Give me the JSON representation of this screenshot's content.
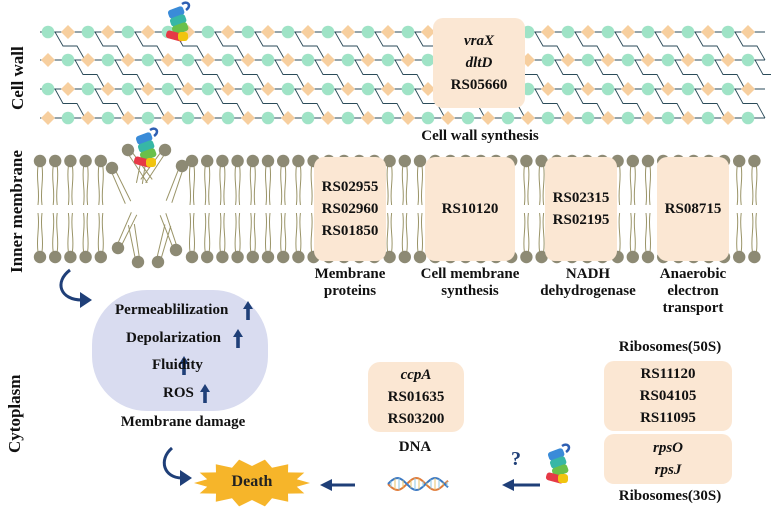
{
  "side_labels": {
    "cell_wall": "Cell wall",
    "inner_membrane": "Inner membrane",
    "cytoplasm": "Cytoplasm"
  },
  "cell_wall": {
    "genes": [
      "vraX",
      "dltD",
      "RS05660"
    ],
    "caption": "Cell wall synthesis"
  },
  "membrane": {
    "groups": [
      {
        "genes": [
          "RS02955",
          "RS02960",
          "RS01850"
        ],
        "caption": [
          "Membrane",
          "proteins"
        ]
      },
      {
        "genes": [
          "RS10120"
        ],
        "caption": [
          "Cell membrane",
          "synthesis"
        ]
      },
      {
        "genes": [
          "RS02315",
          "RS02195"
        ],
        "caption": [
          "NADH",
          "dehydrogenase"
        ]
      },
      {
        "genes": [
          "RS08715"
        ],
        "caption": [
          "Anaerobic",
          "electron",
          "transport"
        ]
      }
    ]
  },
  "membrane_damage": {
    "items": [
      "Permeablilization",
      "Depolarization",
      "Fluidity",
      "ROS"
    ],
    "caption": "Membrane damage"
  },
  "dna": {
    "genes": [
      "ccpA",
      "RS01635",
      "RS03200"
    ],
    "caption": "DNA"
  },
  "ribosomes": {
    "large_title": "Ribosomes(50S)",
    "large_genes": [
      "RS11120",
      "RS04105",
      "RS11095"
    ],
    "small_genes": [
      "rpsO",
      "rpsJ"
    ],
    "small_title": "Ribosomes(30S)"
  },
  "death": "Death",
  "question": "?",
  "colors": {
    "box_fill": "#fbe7d3",
    "wall_circle": "#9fe3c6",
    "wall_diamond": "#f7cf9f",
    "lipid_head": "#8d8a74",
    "lipid_tail": "#9a9468",
    "damage_fill": "#d9dcf0",
    "arrow": "#1f3f78",
    "death_fill": "#f6b52a"
  }
}
